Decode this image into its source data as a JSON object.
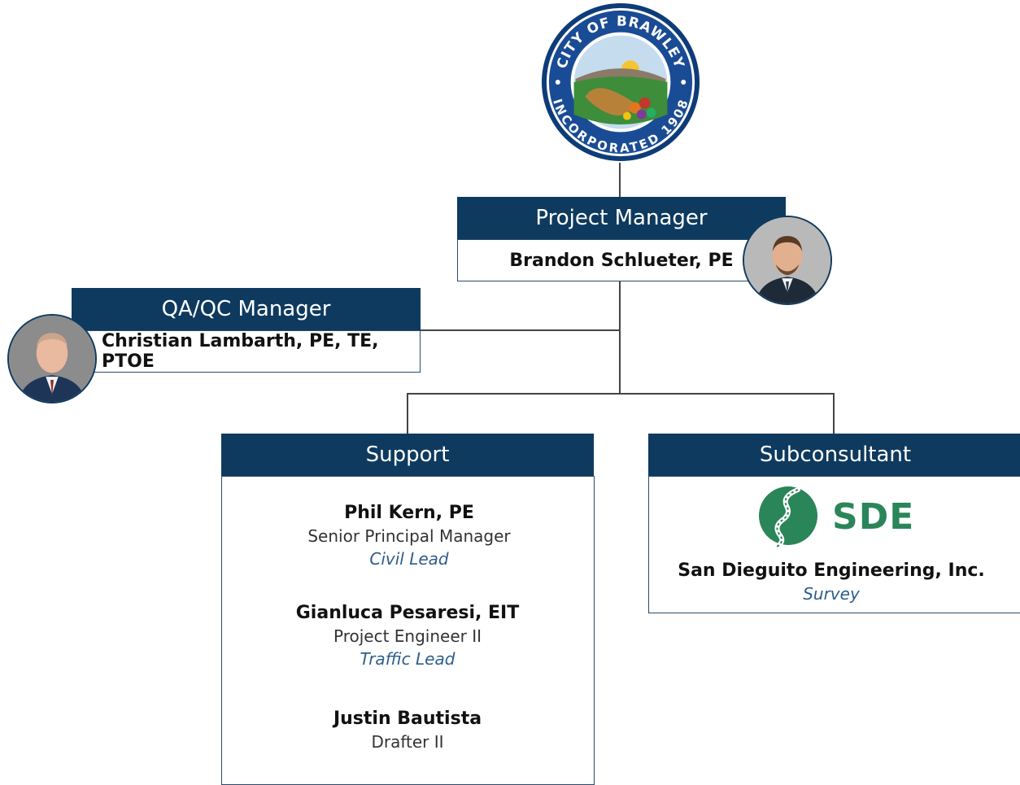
{
  "seal": {
    "top_text": "CITY OF BRAWLEY",
    "bottom_text": "INCORPORATED 1908"
  },
  "project_manager": {
    "header": "Project Manager",
    "name": "Brandon Schlueter, PE"
  },
  "qa_qc": {
    "header": "QA/QC Manager",
    "name": "Christian Lambarth, PE, TE, PTOE"
  },
  "support": {
    "header": "Support",
    "members": [
      {
        "name": "Phil Kern, PE",
        "title": "Senior Principal Manager",
        "role": "Civil Lead"
      },
      {
        "name": "Gianluca Pesaresi, EIT",
        "title": "Project Engineer II",
        "role": "Traffic Lead"
      },
      {
        "name": "Justin Bautista",
        "title": "Drafter II",
        "role": ""
      }
    ]
  },
  "subconsultant": {
    "header": "Subconsultant",
    "logo_text": "SDE",
    "company": "San Dieguito Engineering, Inc.",
    "role": "Survey"
  },
  "colors": {
    "header_navy": "#0f3a5f",
    "role_blue": "#2e5d8a",
    "sde_green": "#2a8659"
  }
}
